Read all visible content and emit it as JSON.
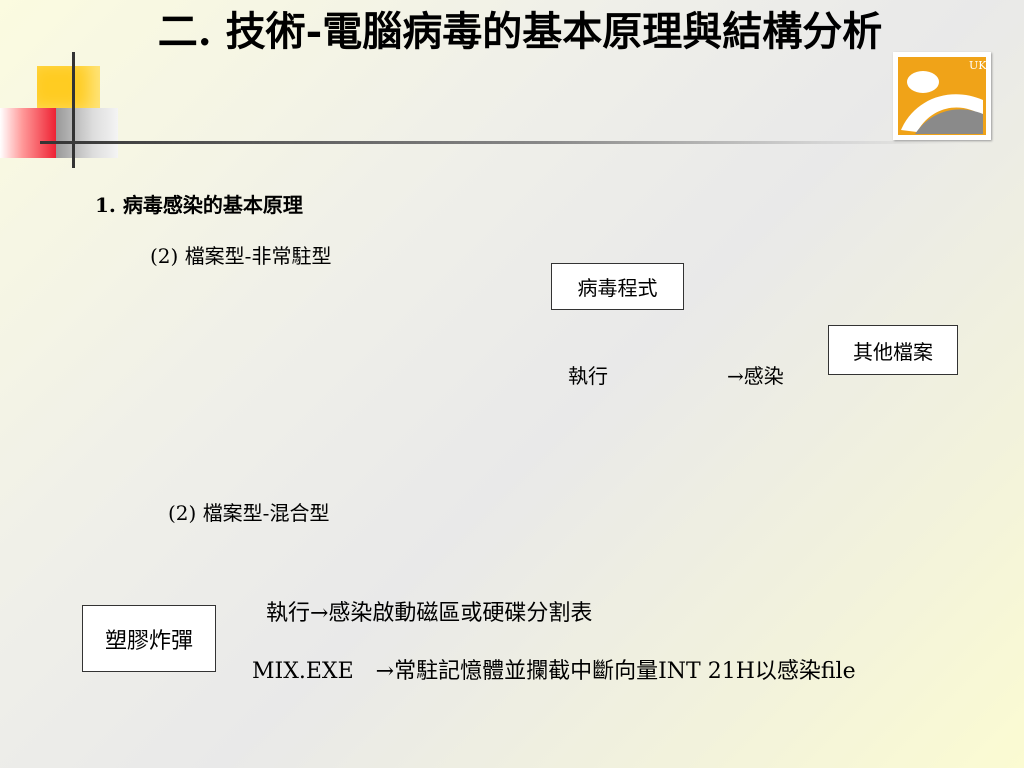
{
  "slide": {
    "title": "二. 技術-電腦病毒的基本原理與結構分析"
  },
  "logo": {
    "text": "UK",
    "colors": {
      "orange": "#f0a318",
      "gray": "#8a8a8a",
      "white": "#ffffff"
    }
  },
  "section": {
    "heading": "1. 病毒感染的基本原理",
    "sub1": "(2) 檔案型-非常駐型",
    "sub2": "(2) 檔案型-混合型"
  },
  "diagram1": {
    "box_virus": "病毒程式",
    "box_other": "其他檔案",
    "label_exec": "執行",
    "label_infect": "→感染"
  },
  "diagram2": {
    "box_bomb": "塑膠炸彈",
    "line1": "執行→感染啟動磁區或硬碟分割表",
    "line2": "MIX.EXE　→常駐記憶體並攔截中斷向量INT 21H以感染file"
  },
  "colors": {
    "accent_yellow": "#ffcc22",
    "accent_red": "#ee2233",
    "accent_gray": "#999999"
  }
}
